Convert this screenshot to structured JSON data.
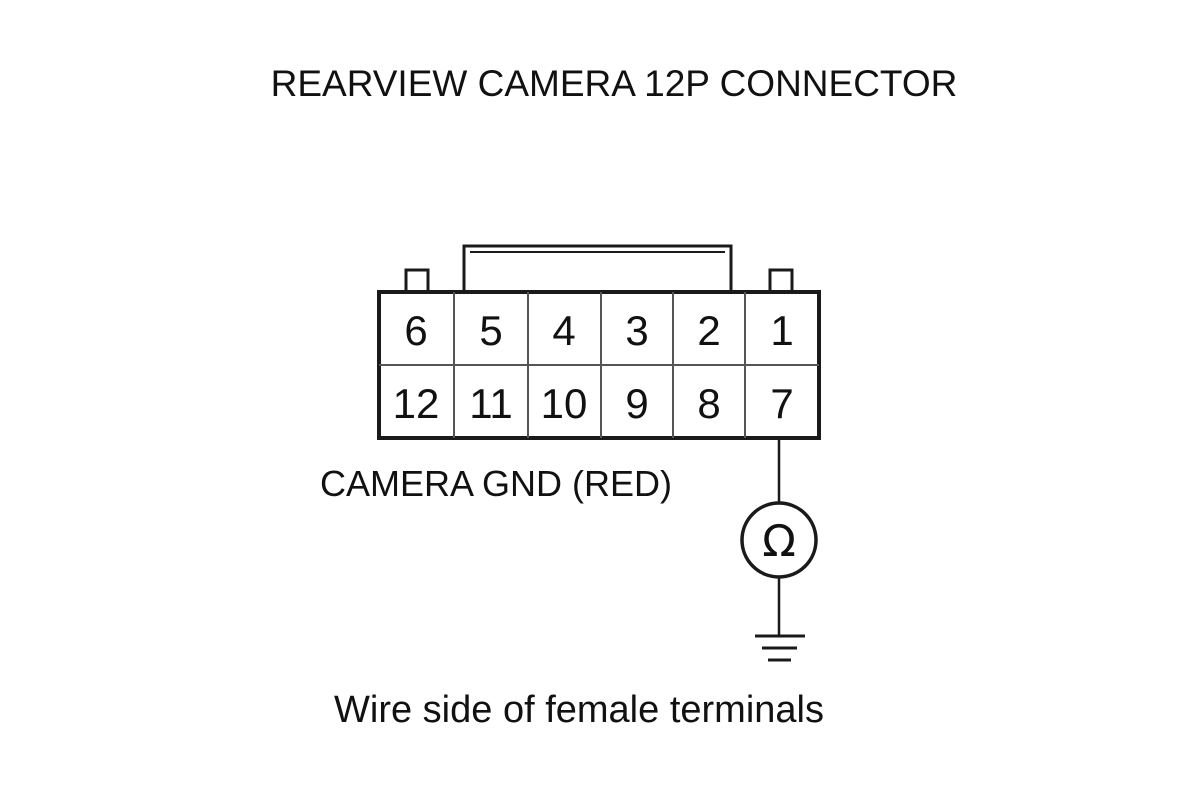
{
  "title": "REARVIEW CAMERA 12P CONNECTOR",
  "connector": {
    "top_row": [
      "6",
      "5",
      "4",
      "3",
      "2",
      "1"
    ],
    "bottom_row": [
      "12",
      "11",
      "10",
      "9",
      "8",
      "7"
    ]
  },
  "wire_label": "CAMERA GND (RED)",
  "meter_symbol": "Ω",
  "ground_icon": "ground-symbol-icon",
  "caption": "Wire side of female terminals"
}
